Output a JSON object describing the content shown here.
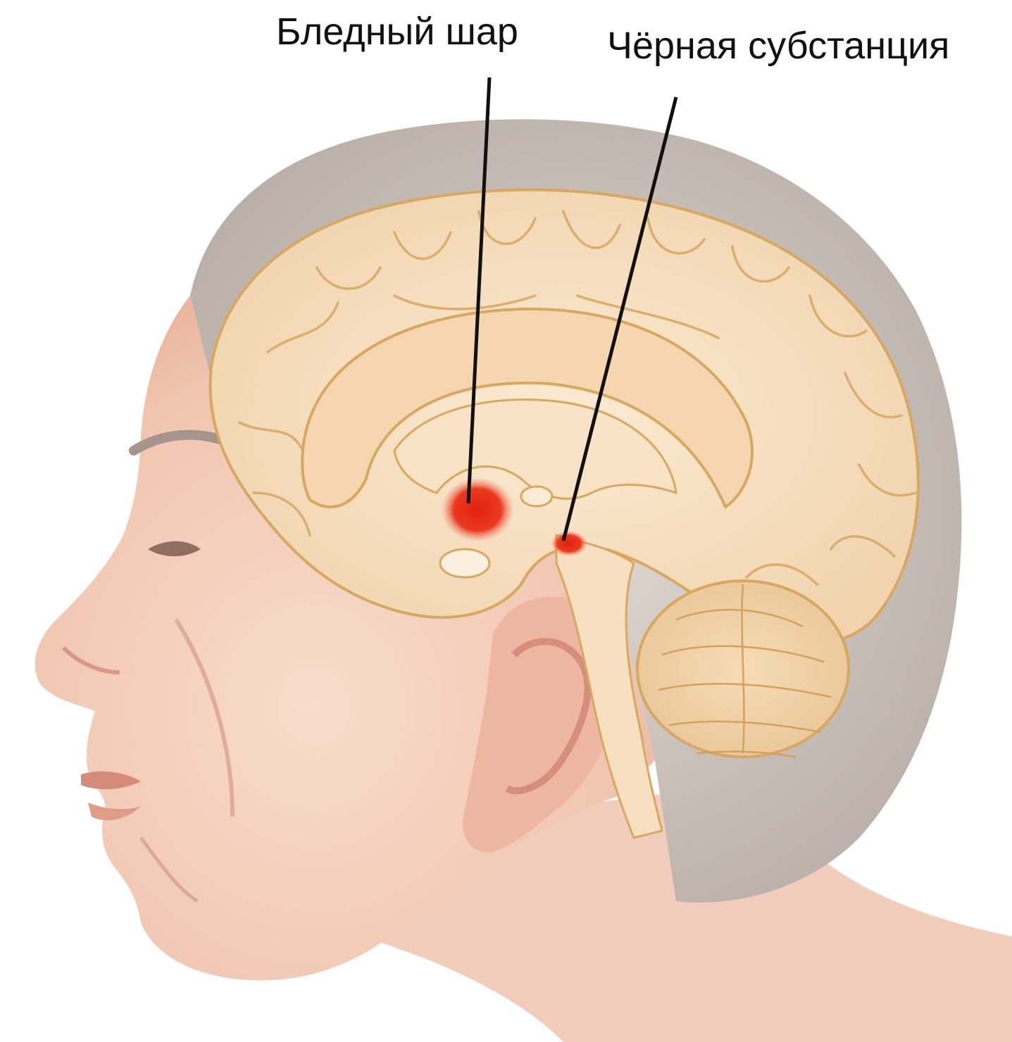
{
  "labels": {
    "globus_pallidus": "Бледный шар",
    "substantia_nigra": "Чёрная субстанция"
  },
  "colors": {
    "background": "#ffffff",
    "skin": "#f4cdb9",
    "skin_shadow": "#e3a98f",
    "hair": "#c9c2bd",
    "brain": "#f6dfc0",
    "brain_outline": "#d9a860",
    "highlight": "#e8301a",
    "leader_line": "#111111"
  },
  "icons": {
    "illustration": "head-brain-sagittal-illustration"
  }
}
